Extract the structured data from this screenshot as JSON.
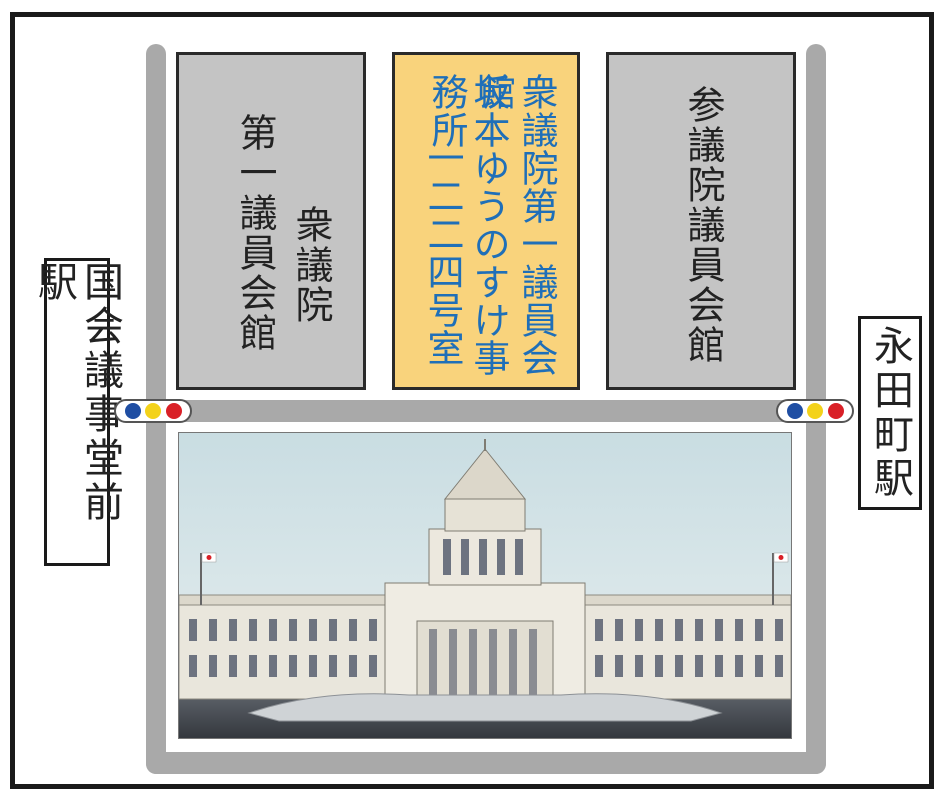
{
  "buildings": {
    "shugiin_first": "衆議院第一議員会館",
    "shugiin_first_line1": "衆議院",
    "shugiin_first_line2": "第一議員会館",
    "office_line1": "衆議院第一議員会館",
    "office_line2": "坂本ゆうのすけ事務所",
    "office_line3": "一二二四号室",
    "sangiin": "参議院議員会館",
    "diet_building": "国会議事堂"
  },
  "stations": {
    "left": "国会議事堂前駅",
    "right": "永田町駅"
  },
  "line_colors": [
    "#1f4ea3",
    "#f3d21a",
    "#d92027"
  ],
  "colors": {
    "highlight": "#f9d37c",
    "building": "#c4c4c4",
    "road": "#a9a9a9",
    "highlight_text": "#1f6fb8"
  }
}
